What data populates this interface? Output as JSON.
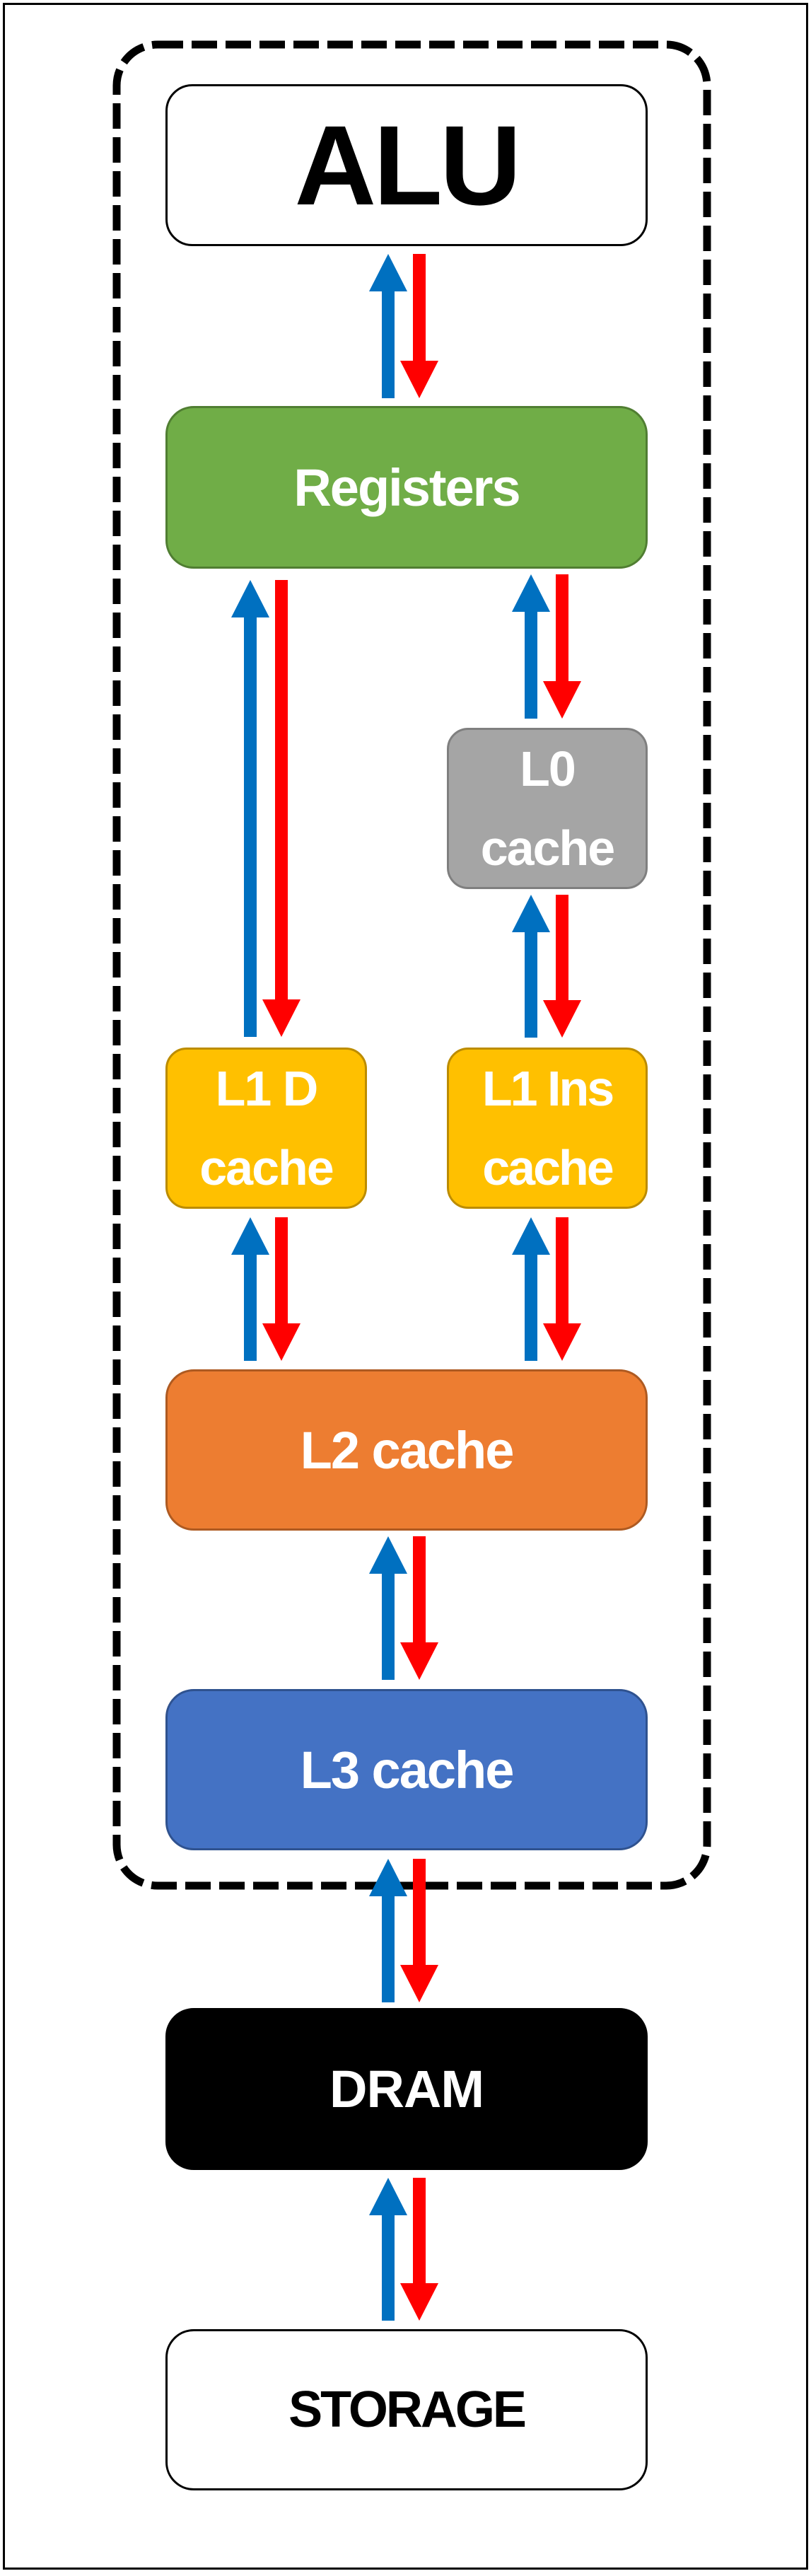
{
  "diagram": {
    "title": "Memory hierarchy",
    "colors": {
      "read_arrow": "#0070C0",
      "write_arrow": "#FF0000",
      "boundary": "#000000"
    },
    "boundary": {
      "style": "dashed",
      "encloses": [
        "alu",
        "registers",
        "l0",
        "l1d",
        "l1i",
        "l2",
        "l3"
      ]
    },
    "nodes": {
      "alu": {
        "lines": [
          "ALU"
        ],
        "fill": "#FFFFFF",
        "stroke": "#000000",
        "text_color": "#000000"
      },
      "registers": {
        "lines": [
          "Registers"
        ],
        "fill": "#70AD47",
        "stroke": "#507E32",
        "text_color": "#FFFFFF"
      },
      "l0": {
        "lines": [
          "L0",
          "cache"
        ],
        "fill": "#A5A5A5",
        "stroke": "#7F7F7F",
        "text_color": "#FFFFFF"
      },
      "l1d": {
        "lines": [
          "L1 D",
          "cache"
        ],
        "fill": "#FFC000",
        "stroke": "#BC8C00",
        "text_color": "#FFFFFF"
      },
      "l1i": {
        "lines": [
          "L1 Ins",
          "cache"
        ],
        "fill": "#FFC000",
        "stroke": "#BC8C00",
        "text_color": "#FFFFFF"
      },
      "l2": {
        "lines": [
          "L2 cache"
        ],
        "fill": "#ED7D31",
        "stroke": "#AE5A21",
        "text_color": "#FFFFFF"
      },
      "l3": {
        "lines": [
          "L3 cache"
        ],
        "fill": "#4472C4",
        "stroke": "#2F528F",
        "text_color": "#FFFFFF"
      },
      "dram": {
        "lines": [
          "DRAM"
        ],
        "fill": "#000000",
        "stroke": "#000000",
        "text_color": "#FFFFFF"
      },
      "storage": {
        "lines": [
          "STORAGE"
        ],
        "fill": "#FFFFFF",
        "stroke": "#000000",
        "text_color": "#000000"
      }
    },
    "connections": [
      {
        "id": "alu-registers",
        "upper": "alu",
        "lower": "registers",
        "up_arrow": "blue",
        "down_arrow": "red"
      },
      {
        "id": "registers-l1d",
        "upper": "registers",
        "lower": "l1d",
        "up_arrow": "blue",
        "down_arrow": "red"
      },
      {
        "id": "registers-l0",
        "upper": "registers",
        "lower": "l0",
        "up_arrow": "blue",
        "down_arrow": "red"
      },
      {
        "id": "l0-l1i",
        "upper": "l0",
        "lower": "l1i",
        "up_arrow": "blue",
        "down_arrow": "red"
      },
      {
        "id": "l1d-l2",
        "upper": "l1d",
        "lower": "l2",
        "up_arrow": "blue",
        "down_arrow": "red"
      },
      {
        "id": "l1i-l2",
        "upper": "l1i",
        "lower": "l2",
        "up_arrow": "blue",
        "down_arrow": "red"
      },
      {
        "id": "l2-l3",
        "upper": "l2",
        "lower": "l3",
        "up_arrow": "blue",
        "down_arrow": "red"
      },
      {
        "id": "l3-dram",
        "upper": "l3",
        "lower": "dram",
        "up_arrow": "blue",
        "down_arrow": "red"
      },
      {
        "id": "dram-storage",
        "upper": "dram",
        "lower": "storage",
        "up_arrow": "blue",
        "down_arrow": "red"
      }
    ]
  }
}
